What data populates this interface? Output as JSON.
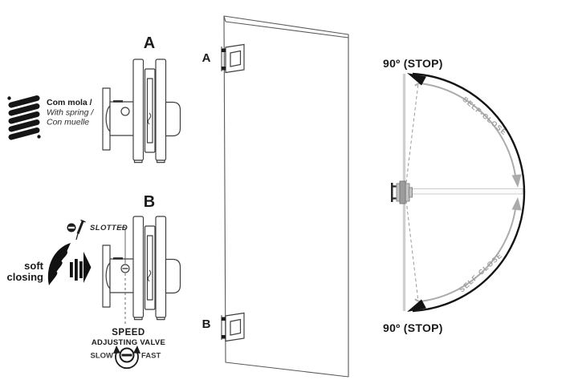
{
  "spring_legend": {
    "title": "Com mola /",
    "subtitle_en": "With spring /",
    "subtitle_es": "Con muelle"
  },
  "hinge_detail_a": {
    "label": "A"
  },
  "hinge_detail_b": {
    "label": "B",
    "slotted_label": "SLOTTED",
    "valve_title_line1": "SPEED",
    "valve_title_line2": "ADJUSTING VALVE",
    "valve_slow": "SLOW",
    "valve_fast": "FAST"
  },
  "soft_closing": {
    "line1": "soft",
    "line2": "closing"
  },
  "door_panel": {
    "hinge_a_label": "A",
    "hinge_b_label": "B"
  },
  "swing_diagram": {
    "stop_label_top": "90º (STOP)",
    "stop_label_bottom": "90º (STOP)",
    "self_close_label_top": "SELF-CLOSE",
    "self_close_label_bottom": "SELF-CLOSE"
  },
  "icons": {
    "spring": "spring-coil-icon",
    "slotted_screw": "slotted-screw-icon",
    "screwdriver": "screwdriver-icon",
    "soft_closing": "feather-arrow-icon",
    "valve_dial": "slotted-valve-dial-icon",
    "pivot": "pivot-hinge-icon"
  },
  "colors": {
    "ink": "#1a1a1a",
    "line": "#3f3f3f",
    "self_close_arc": "#ababab",
    "open_door_line": "#cfcfcf"
  }
}
